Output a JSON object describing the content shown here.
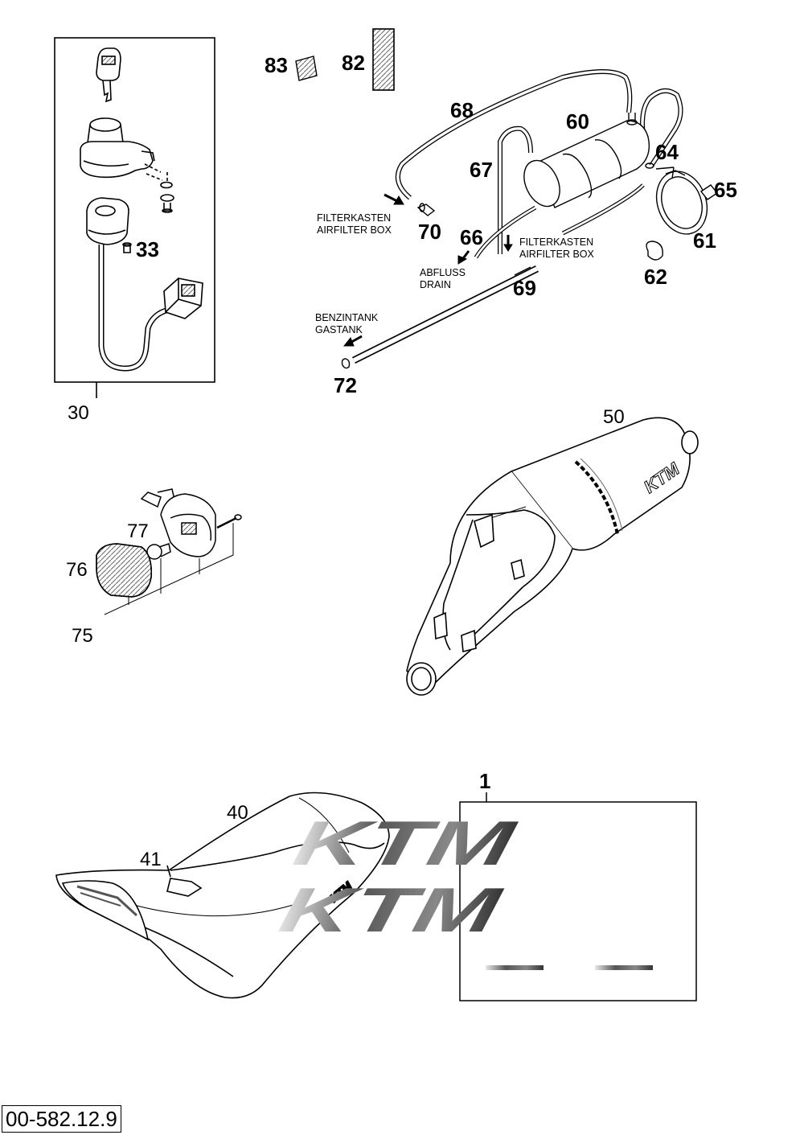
{
  "callouts": {
    "c1": "1",
    "c30": "30",
    "c33": "33",
    "c40": "40",
    "c41": "41",
    "c50": "50",
    "c60": "60",
    "c61": "61",
    "c62": "62",
    "c64": "64",
    "c65": "65",
    "c66": "66",
    "c67": "67",
    "c68": "68",
    "c69": "69",
    "c70": "70",
    "c72": "72",
    "c75": "75",
    "c76": "76",
    "c77": "77",
    "c82": "82",
    "c83": "83"
  },
  "notes": {
    "filter_left_de": "FILTERKASTEN",
    "filter_left_en": "AIRFILTER BOX",
    "filter_right_de": "FILTERKASTEN",
    "filter_right_en": "AIRFILTER BOX",
    "drain_de": "ABFLUSS",
    "drain_en": "DRAIN",
    "tank_de": "BENZINTANK",
    "tank_en": "GASTANK"
  },
  "logo_text": "KTM",
  "drawing_number": "00-582.12.9"
}
